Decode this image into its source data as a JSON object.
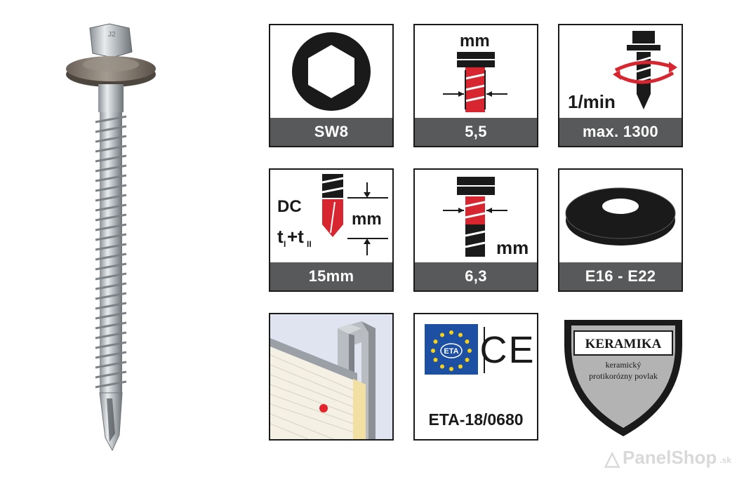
{
  "screw": {
    "head_marking": "J2"
  },
  "tiles": [
    {
      "id": "drive",
      "value": "SW8"
    },
    {
      "id": "diameter",
      "value": "5,5",
      "unit": "mm"
    },
    {
      "id": "speed",
      "value": "max. 1300",
      "unit": "1/min"
    },
    {
      "id": "drill",
      "value": "15mm",
      "label_dc": "DC",
      "label_t1": "t",
      "sub1": "I",
      "label_plus": "+t",
      "sub2": "II",
      "unit": "mm"
    },
    {
      "id": "thread",
      "value": "6,3",
      "unit": "mm"
    },
    {
      "id": "washer",
      "value": "E16 - E22"
    }
  ],
  "eta": {
    "label": "ETA-18/0680",
    "stars_label": "ETA",
    "ce": "CE"
  },
  "keramika": {
    "title": "KERAMIKA",
    "line1": "keramický",
    "line2": "protikorózny povlak"
  },
  "watermark": {
    "brand": "PanelShop",
    "tld": ".sk"
  },
  "colors": {
    "bar": "#58595b",
    "red": "#d7262f",
    "eu_blue": "#1d4fa3",
    "eu_yellow": "#f7d117",
    "shield_fill": "#b3b3b3"
  }
}
